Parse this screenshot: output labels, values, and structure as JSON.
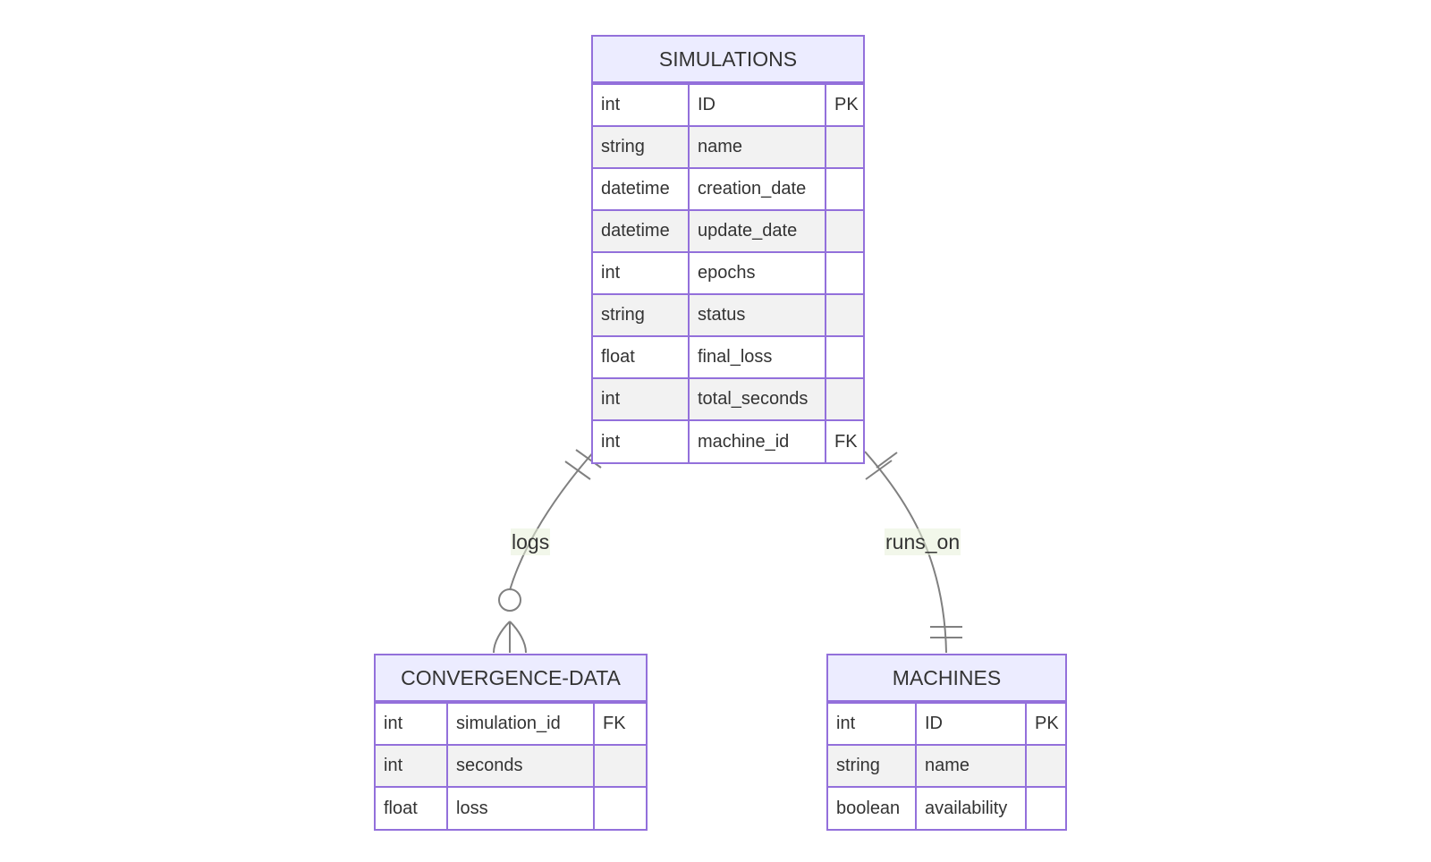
{
  "entities": {
    "simulations": {
      "name": "SIMULATIONS",
      "attributes": [
        {
          "type": "int",
          "name": "ID",
          "key": "PK"
        },
        {
          "type": "string",
          "name": "name",
          "key": ""
        },
        {
          "type": "datetime",
          "name": "creation_date",
          "key": ""
        },
        {
          "type": "datetime",
          "name": "update_date",
          "key": ""
        },
        {
          "type": "int",
          "name": "epochs",
          "key": ""
        },
        {
          "type": "string",
          "name": "status",
          "key": ""
        },
        {
          "type": "float",
          "name": "final_loss",
          "key": ""
        },
        {
          "type": "int",
          "name": "total_seconds",
          "key": ""
        },
        {
          "type": "int",
          "name": "machine_id",
          "key": "FK"
        }
      ]
    },
    "convergence_data": {
      "name": "CONVERGENCE-DATA",
      "attributes": [
        {
          "type": "int",
          "name": "simulation_id",
          "key": "FK"
        },
        {
          "type": "int",
          "name": "seconds",
          "key": ""
        },
        {
          "type": "float",
          "name": "loss",
          "key": ""
        }
      ]
    },
    "machines": {
      "name": "MACHINES",
      "attributes": [
        {
          "type": "int",
          "name": "ID",
          "key": "PK"
        },
        {
          "type": "string",
          "name": "name",
          "key": ""
        },
        {
          "type": "boolean",
          "name": "availability",
          "key": ""
        }
      ]
    }
  },
  "relationships": [
    {
      "label": "logs",
      "from": "SIMULATIONS",
      "to": "CONVERGENCE-DATA",
      "from_cardinality": "exactly-one",
      "to_cardinality": "zero-or-more"
    },
    {
      "label": "runs_on",
      "from": "SIMULATIONS",
      "to": "MACHINES",
      "from_cardinality": "exactly-one",
      "to_cardinality": "exactly-one"
    }
  ],
  "colors": {
    "entity_border": "#9370db",
    "entity_header": "#ececff",
    "row_alt": "#f2f2f2",
    "edge": "#808080",
    "label_bg": "#e8f0d8"
  }
}
